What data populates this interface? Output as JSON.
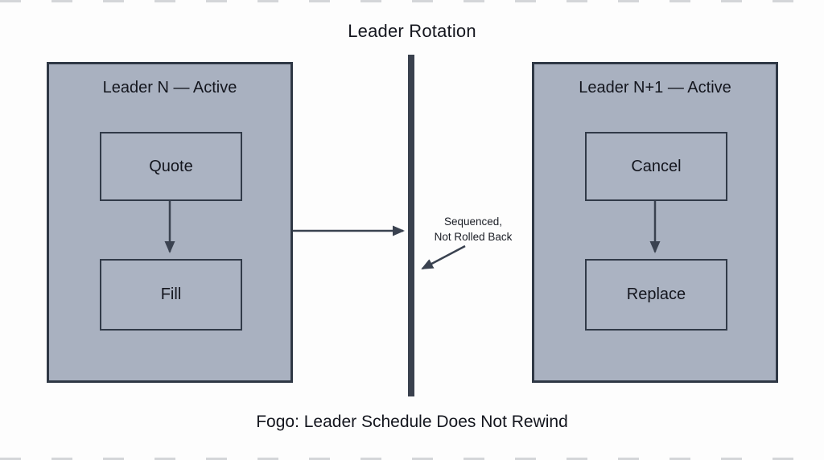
{
  "title": "Leader Rotation",
  "caption": "Fogo: Leader Schedule Does Not Rewind",
  "panels": [
    {
      "label": "Leader N — Active",
      "nodes": [
        "Quote",
        "Fill"
      ]
    },
    {
      "label": "Leader N+1 — Active",
      "nodes": [
        "Cancel",
        "Replace"
      ]
    }
  ],
  "annotation": {
    "line1": "Sequenced,",
    "line2": "Not Rolled Back"
  },
  "colors": {
    "panel_fill": "#a9b1c0",
    "panel_border": "#2f3845",
    "divider": "#3a414e",
    "arrow": "#3a4250",
    "text": "#14161e",
    "background": "#fdfdfd"
  }
}
